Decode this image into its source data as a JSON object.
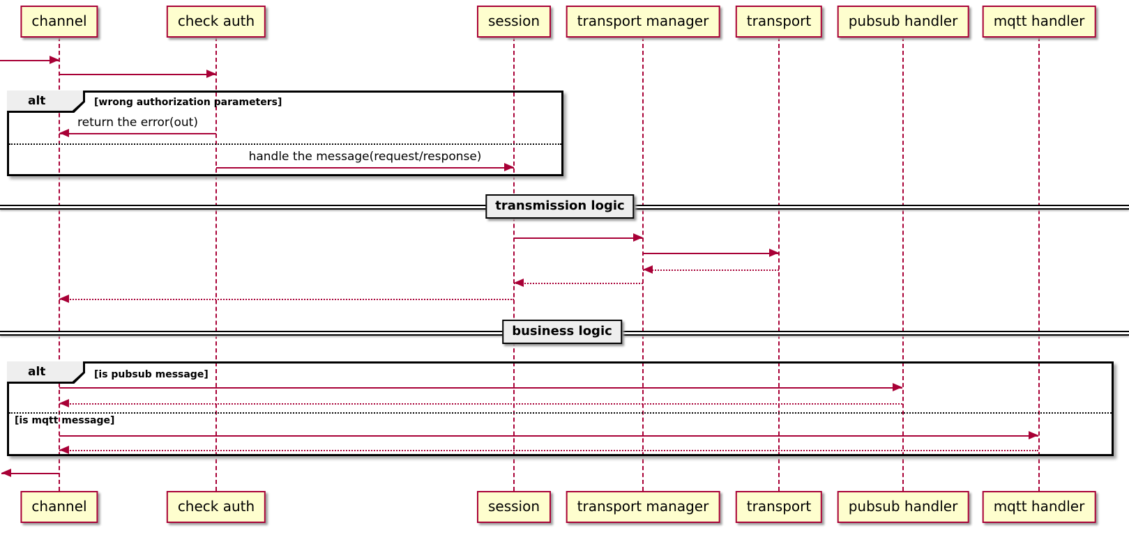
{
  "participants": [
    {
      "label": "channel"
    },
    {
      "label": "check auth"
    },
    {
      "label": "session"
    },
    {
      "label": "transport manager"
    },
    {
      "label": "transport"
    },
    {
      "label": "pubsub handler"
    },
    {
      "label": "mqtt handler"
    }
  ],
  "messages": {
    "return_error": {
      "label": "return the error(out)"
    },
    "handle_message": {
      "label": "handle the message(request/response)"
    }
  },
  "fragments": {
    "auth_alt": {
      "operator": "alt",
      "guard": "[wrong authorization parameters]"
    },
    "routing_alt": {
      "operator": "alt",
      "guard_pubsub": "[is pubsub message]",
      "guard_mqtt": "[is mqtt message]"
    }
  },
  "dividers": [
    {
      "label": "transmission logic"
    },
    {
      "label": "business logic"
    }
  ],
  "colors": {
    "stroke": "#A80036",
    "participant_fill": "#FEFECE",
    "frame_border": "#000000",
    "frame_label_fill": "#EEEEEE"
  },
  "flows": [
    {
      "from": "external",
      "to": "channel",
      "style": "solid",
      "label": ""
    },
    {
      "from": "channel",
      "to": "check auth",
      "style": "solid",
      "label": ""
    },
    {
      "fragment": "alt [wrong authorization parameters]",
      "from": "check auth",
      "to": "channel",
      "style": "solid",
      "label": "return the error(out)"
    },
    {
      "fragment": "else",
      "from": "check auth",
      "to": "session",
      "style": "solid",
      "label": "handle the message(request/response)"
    },
    {
      "divider": "transmission logic"
    },
    {
      "from": "session",
      "to": "transport manager",
      "style": "solid",
      "label": ""
    },
    {
      "from": "transport manager",
      "to": "transport",
      "style": "solid",
      "label": ""
    },
    {
      "from": "transport",
      "to": "transport manager",
      "style": "dotted",
      "label": ""
    },
    {
      "from": "transport manager",
      "to": "session",
      "style": "dotted",
      "label": ""
    },
    {
      "from": "session",
      "to": "channel",
      "style": "dotted",
      "label": ""
    },
    {
      "divider": "business logic"
    },
    {
      "fragment": "alt [is pubsub message]",
      "from": "channel",
      "to": "pubsub handler",
      "style": "solid",
      "label": ""
    },
    {
      "from": "pubsub handler",
      "to": "channel",
      "style": "dotted",
      "label": ""
    },
    {
      "fragment": "else [is mqtt message]",
      "from": "channel",
      "to": "mqtt handler",
      "style": "solid",
      "label": ""
    },
    {
      "from": "mqtt handler",
      "to": "channel",
      "style": "dotted",
      "label": ""
    },
    {
      "from": "channel",
      "to": "external",
      "style": "solid",
      "label": ""
    }
  ]
}
